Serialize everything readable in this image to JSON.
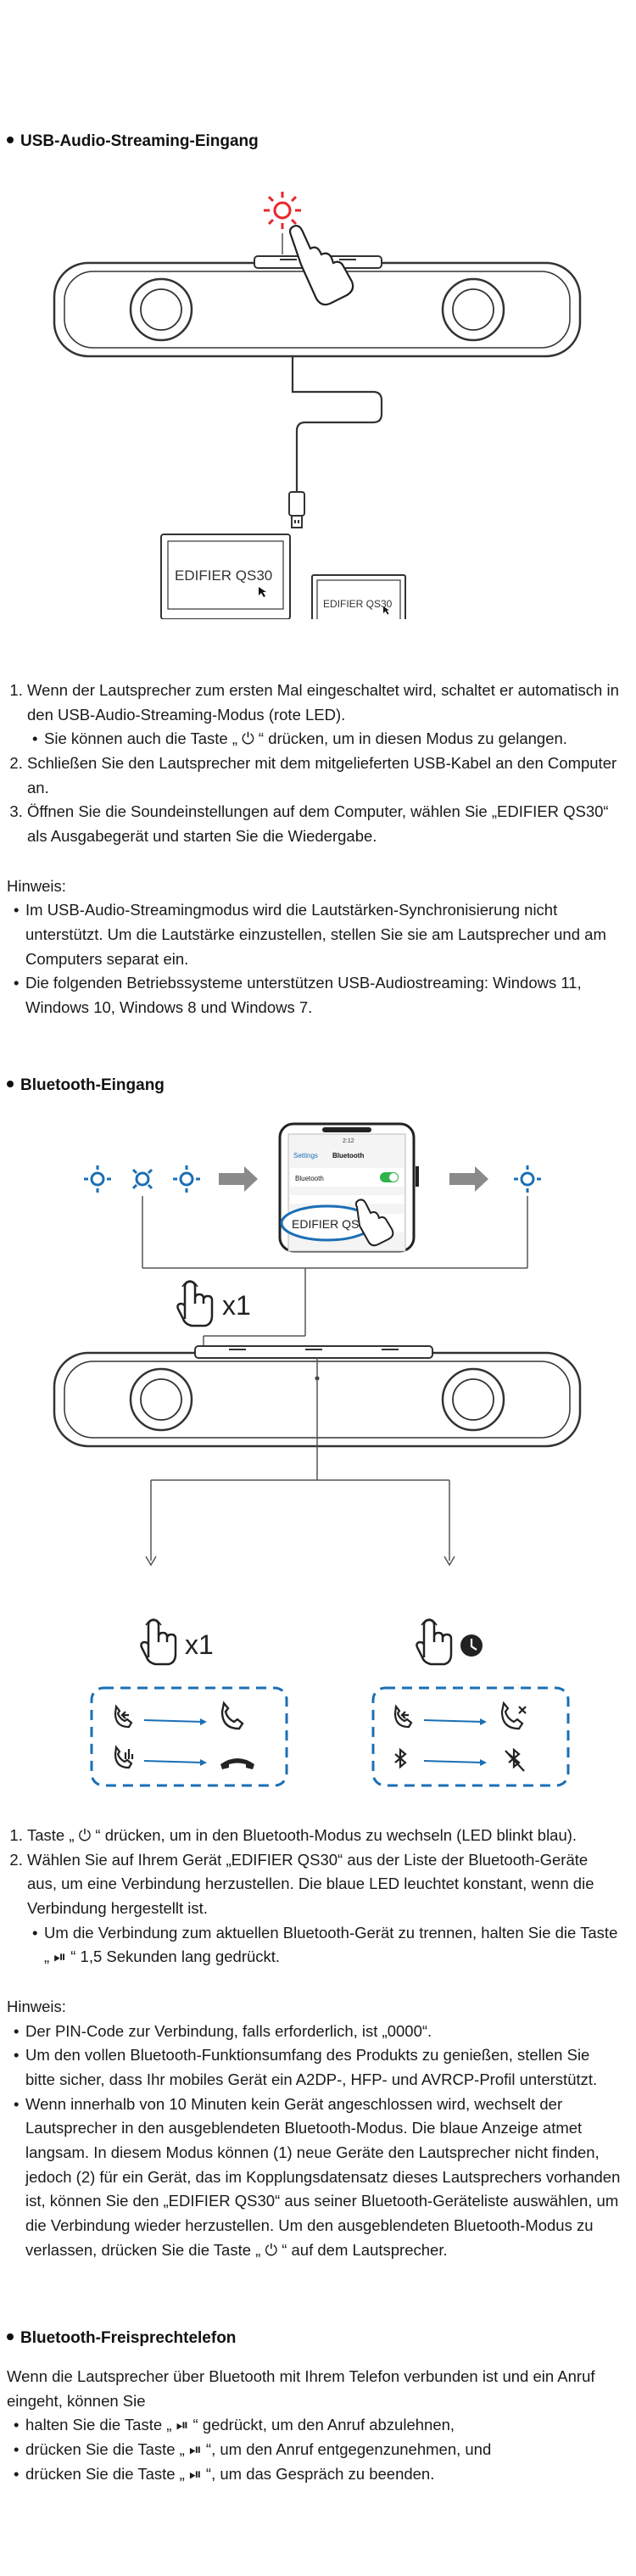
{
  "usb_section": {
    "title": "USB-Audio-Streaming-Eingang",
    "monitor_label": "EDIFIER QS30",
    "laptop_label": "EDIFIER QS30",
    "steps": [
      "Wenn der Lautsprecher zum ersten Mal eingeschaltet wird, schaltet er automatisch in den USB-Audio-Streaming-Modus (rote LED).",
      "Schließen Sie den Lautsprecher mit dem mitgelieferten USB-Kabel an den Computer an.",
      "Öffnen Sie die Soundeinstellungen auf dem Computer, wählen Sie „EDIFIER QS30“ als Ausgabegerät und starten Sie die Wiedergabe."
    ],
    "step1_sub": "Sie können auch die Taste „ ⏻ “ drücken, um in diesen Modus zu gelangen.",
    "hint_label": "Hinweis:",
    "notes": [
      "Im USB-Audio-Streamingmodus wird die Lautstärken-Synchronisierung nicht unterstützt. Um die Lautstärke einzustellen, stellen Sie sie am Lautsprecher und am Computers separat ein.",
      "Die folgenden Betriebssysteme unterstützen USB-Audiostreaming: Windows 11, Windows 10, Windows 8 und Windows 7."
    ]
  },
  "bt_section": {
    "title": "Bluetooth-Eingang",
    "phone_back": "Settings",
    "phone_header": "Bluetooth",
    "phone_row": "Bluetooth",
    "phone_time": "2:12",
    "phone_device": "EDIFIER QS30",
    "press_once": "x1",
    "press_once_2": "x1",
    "steps": [
      "Taste „ ⏻ “ drücken, um in den Bluetooth-Modus zu wechseln (LED blinkt blau).",
      "Wählen Sie auf Ihrem Gerät „EDIFIER QS30“ aus der Liste der Bluetooth-Geräte aus, um eine Verbindung herzustellen. Die blaue LED leuchtet konstant, wenn die Verbindung hergestellt ist."
    ],
    "step2_sub": "Um die Verbindung zum aktuellen Bluetooth-Gerät zu trennen, halten Sie die Taste „ ⏯ “ 1,5 Sekunden lang gedrückt.",
    "hint_label": "Hinweis:",
    "notes": [
      "Der PIN-Code zur Verbindung, falls erforderlich, ist „0000“.",
      "Um den vollen Bluetooth-Funktionsumfang des Produkts zu genießen, stellen Sie bitte sicher, dass Ihr mobiles Gerät ein A2DP-, HFP- und AVRCP-Profil unterstützt.",
      "Wenn innerhalb von 10 Minuten kein Gerät angeschlossen wird, wechselt der Lautsprecher in den ausgeblendeten Bluetooth-Modus. Die blaue Anzeige atmet langsam. In diesem Modus können (1) neue Geräte den Lautsprecher nicht finden, jedoch (2) für ein Gerät, das im Kopplungsdatensatz dieses Lautsprechers vorhanden ist, können Sie den „EDIFIER QS30“ aus seiner Bluetooth-Geräteliste auswählen, um die Verbindung wieder herzustellen. Um den ausgeblendeten Bluetooth-Modus zu verlassen, drücken Sie die Taste „ ⏻ “ auf dem Lautsprecher."
    ]
  },
  "handsfree_section": {
    "title": "Bluetooth-Freisprechtelefon",
    "intro": "Wenn die Lautsprecher über Bluetooth mit Ihrem Telefon verbunden ist und ein Anruf eingeht, können Sie",
    "items": [
      "halten Sie die Taste „ ⏯ “ gedrückt, um den Anruf abzulehnen,",
      "drücken Sie die Taste „ ⏯ “, um den Anruf entgegenzunehmen, und",
      "drücken Sie die Taste „ ⏯ “, um das Gespräch zu beenden."
    ]
  },
  "colors": {
    "usb_led": "#e8262b",
    "bt_blue": "#1a6fb5",
    "line_gray": "#555555"
  }
}
